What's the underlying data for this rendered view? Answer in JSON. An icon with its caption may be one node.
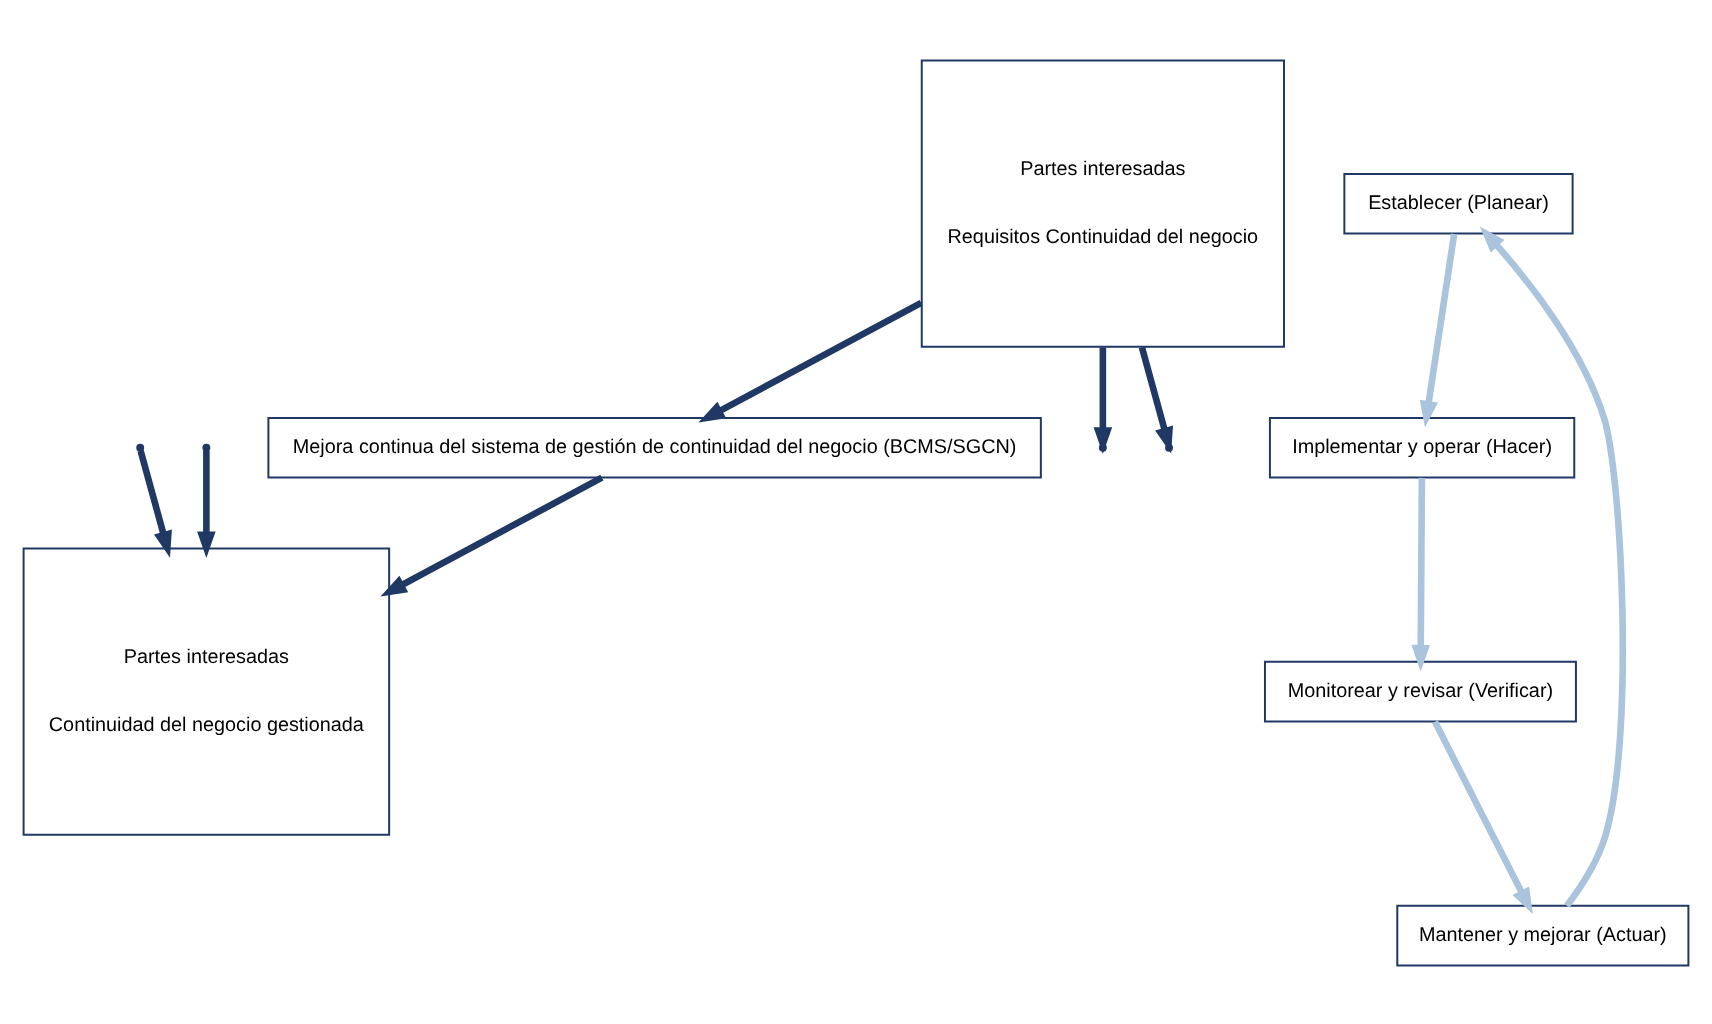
{
  "diagram": {
    "nodes": [
      {
        "text": [
          "Mejora continua del sistema de gestión de continuidad del negocio (BCMS/SGCN)"
        ]
      },
      {
        "text": [
          "Partes interesadas",
          "Requisitos Continuidad del negocio"
        ]
      },
      {
        "text": [
          "Establecer (Planear)"
        ]
      },
      {
        "text": [
          "Implementar y operar (Hacer)"
        ]
      },
      {
        "text": [
          "Monitorear y revisar (Verificar)"
        ]
      },
      {
        "text": [
          "Mantener y mejorar (Actuar)"
        ]
      },
      {
        "text": [
          "Partes interesadas",
          "Continuidad del negocio gestionada"
        ]
      }
    ],
    "edges": [
      {
        "from": 1,
        "to": 0,
        "arrow": "to"
      },
      {
        "from": 0,
        "to": 6,
        "arrow": "to"
      },
      {
        "from": 1,
        "to": null,
        "arrow": "to"
      },
      {
        "from": 1,
        "to": null,
        "arrow": "to"
      },
      {
        "from": 2,
        "to": 3,
        "arrow": "to",
        "color": "#a9c4dc"
      },
      {
        "from": 3,
        "to": 4,
        "arrow": "to",
        "color": "#a9c4dc"
      },
      {
        "from": 4,
        "to": 5,
        "arrow": "to",
        "color": "#a9c4dc"
      },
      {
        "from": 5,
        "to": 2,
        "arrow": "to",
        "color": "#a9c4dc"
      },
      {
        "from": null,
        "to": 6,
        "arrow": "to"
      },
      {
        "from": null,
        "to": 6,
        "arrow": "to"
      }
    ]
  }
}
